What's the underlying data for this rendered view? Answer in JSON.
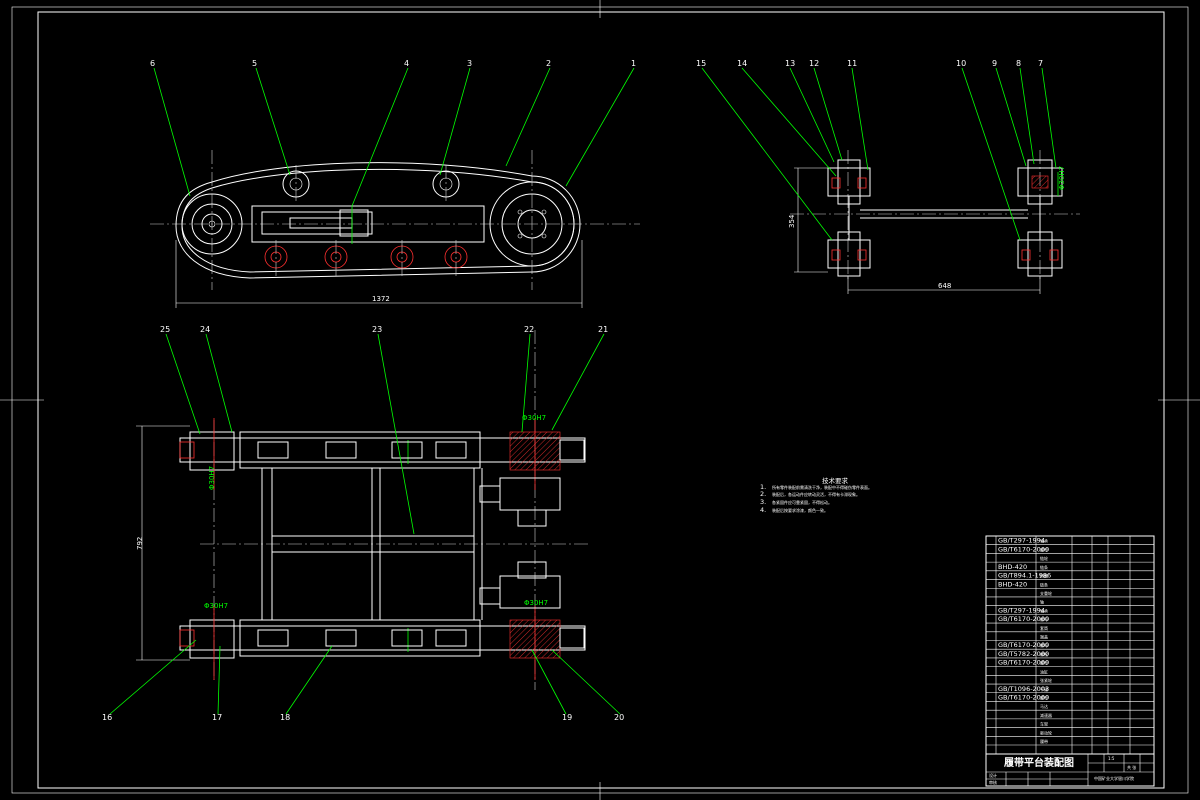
{
  "balloons_top_left": [
    "6",
    "5",
    "4",
    "3",
    "2",
    "1"
  ],
  "balloons_top_right": [
    "15",
    "14",
    "13",
    "12",
    "11",
    "10",
    "9",
    "8",
    "7"
  ],
  "balloons_bottom_top": [
    "25",
    "24",
    "23",
    "22",
    "21"
  ],
  "balloons_bottom_bottom": [
    "16",
    "17",
    "18",
    "19",
    "20"
  ],
  "dimensions": {
    "track_length": "1372",
    "track_height": "354",
    "track_gauge": "648",
    "frame_height": "792",
    "fit_1": "Φ30H7",
    "fit_2": "Φ30H7",
    "fit_3": "Φ30H7",
    "fit_4": "Φ30H7",
    "fit_5": "Φ30H7"
  },
  "notes": {
    "heading": "技术要求",
    "items": [
      {
        "num": "1.",
        "text": "所有零件装配前需清洗干净，装配中不得碰伤零件表面。"
      },
      {
        "num": "2.",
        "text": "装配后，各运动件应转动灵活，不得有卡滞现象。"
      },
      {
        "num": "3.",
        "text": "各紧固件应可靠紧固，不得松动。"
      },
      {
        "num": "4.",
        "text": "装配后按要求涂漆，颜色一致。"
      }
    ]
  },
  "title_block": {
    "drawing_title": "履带平台装配图",
    "scale": "1:5",
    "sheet": "共 张",
    "school": "中国矿业大学银川学院",
    "designer": "设计",
    "checker": "审核",
    "parts": [
      {
        "code": "GB/T297-1994",
        "name": "轴承"
      },
      {
        "code": "GB/T6170-2000",
        "name": "螺母"
      },
      {
        "code": "",
        "name": "链轮"
      },
      {
        "code": "BHD-420",
        "name": "链条"
      },
      {
        "code": "GB/T894.1-1986",
        "name": "挡圈"
      },
      {
        "code": "BHD-420",
        "name": "链条"
      },
      {
        "code": "",
        "name": "支重轮"
      },
      {
        "code": "",
        "name": "轴"
      },
      {
        "code": "GB/T297-1994",
        "name": "轴承"
      },
      {
        "code": "GB/T6170-2000",
        "name": "螺母"
      },
      {
        "code": "",
        "name": "套筒"
      },
      {
        "code": "",
        "name": "端盖"
      },
      {
        "code": "GB/T6170-2000",
        "name": "螺母"
      },
      {
        "code": "GB/T5782-2000",
        "name": "螺栓"
      },
      {
        "code": "GB/T6170-2000",
        "name": "螺母"
      },
      {
        "code": "",
        "name": "油缸"
      },
      {
        "code": "",
        "name": "张紧轮"
      },
      {
        "code": "GB/T1096-2003",
        "name": "平键"
      },
      {
        "code": "GB/T6170-2000",
        "name": "螺母"
      },
      {
        "code": "",
        "name": "马达"
      },
      {
        "code": "",
        "name": "减速器"
      },
      {
        "code": "",
        "name": "车架"
      },
      {
        "code": "",
        "name": "驱动轮"
      },
      {
        "code": "",
        "name": "履带"
      }
    ]
  }
}
